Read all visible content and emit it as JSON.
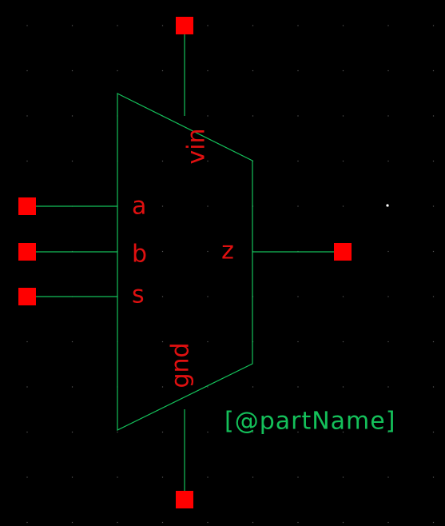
{
  "colors": {
    "background": "#000000",
    "wire": "#14c05a",
    "pin": "#ff0000",
    "pin_label": "#e01010",
    "instance_label": "#14c05a",
    "grid": "#5a5a5a"
  },
  "symbol": {
    "shape": "trapezoid-mux",
    "instance_label": "[@partName]",
    "pins": {
      "vin": {
        "label": "vin",
        "side": "top"
      },
      "a": {
        "label": "a",
        "side": "left"
      },
      "b": {
        "label": "b",
        "side": "left"
      },
      "s": {
        "label": "s",
        "side": "left"
      },
      "z": {
        "label": "z",
        "side": "right"
      },
      "gnd": {
        "label": "gnd",
        "side": "bottom"
      }
    }
  }
}
